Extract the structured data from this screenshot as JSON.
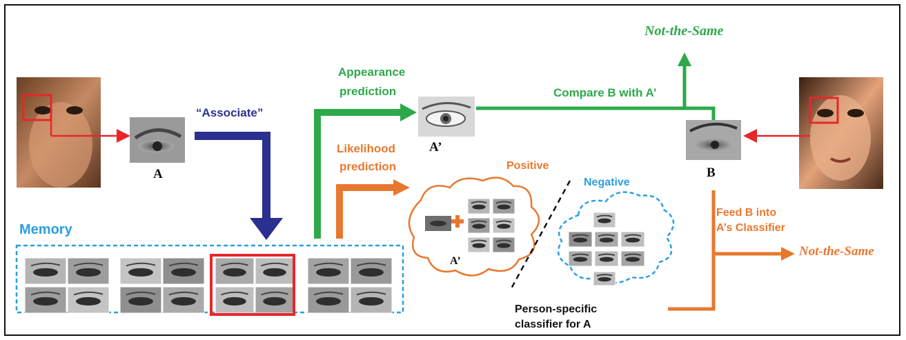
{
  "labels": {
    "not_same_top": "Not-the-Same",
    "appearance_prediction_1": "Appearance",
    "appearance_prediction_2": "prediction",
    "likelihood_prediction_1": "Likelihood",
    "likelihood_prediction_2": "prediction",
    "associate": "“Associate”",
    "compare": "Compare B with A’",
    "a_label": "A",
    "a_prime_label": "A’",
    "a_prime_cloud_label": "A’",
    "b_label": "B",
    "positive": "Positive",
    "negative": "Negative",
    "memory": "Memory",
    "feed_1": "Feed B into",
    "feed_2": "A’s Classifier",
    "not_same_right": "Not-the-Same",
    "classifier_1": "Person-specific",
    "classifier_2": "classifier for A"
  },
  "colors": {
    "red": "#e8262a",
    "green": "#2ea84a",
    "orange": "#e8782e",
    "blue": "#2a9fe0",
    "navy": "#2b2f8f"
  }
}
